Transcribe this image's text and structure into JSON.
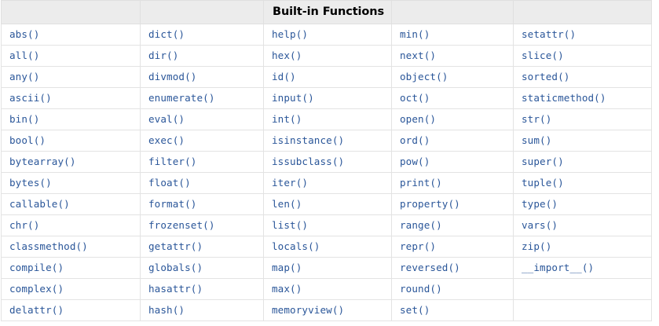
{
  "document": {
    "title": "Built-in Functions",
    "accent_color": "#2a5699",
    "header_background": "#ececec",
    "border_color": "#e3e3e3"
  },
  "table": {
    "header": [
      "",
      "",
      "Built-in Functions",
      "",
      ""
    ],
    "rows": [
      [
        "abs()",
        "dict()",
        "help()",
        "min()",
        "setattr()"
      ],
      [
        "all()",
        "dir()",
        "hex()",
        "next()",
        "slice()"
      ],
      [
        "any()",
        "divmod()",
        "id()",
        "object()",
        "sorted()"
      ],
      [
        "ascii()",
        "enumerate()",
        "input()",
        "oct()",
        "staticmethod()"
      ],
      [
        "bin()",
        "eval()",
        "int()",
        "open()",
        "str()"
      ],
      [
        "bool()",
        "exec()",
        "isinstance()",
        "ord()",
        "sum()"
      ],
      [
        "bytearray()",
        "filter()",
        "issubclass()",
        "pow()",
        "super()"
      ],
      [
        "bytes()",
        "float()",
        "iter()",
        "print()",
        "tuple()"
      ],
      [
        "callable()",
        "format()",
        "len()",
        "property()",
        "type()"
      ],
      [
        "chr()",
        "frozenset()",
        "list()",
        "range()",
        "vars()"
      ],
      [
        "classmethod()",
        "getattr()",
        "locals()",
        "repr()",
        "zip()"
      ],
      [
        "compile()",
        "globals()",
        "map()",
        "reversed()",
        "__import__()"
      ],
      [
        "complex()",
        "hasattr()",
        "max()",
        "round()",
        ""
      ],
      [
        "delattr()",
        "hash()",
        "memoryview()",
        "set()",
        ""
      ]
    ]
  }
}
